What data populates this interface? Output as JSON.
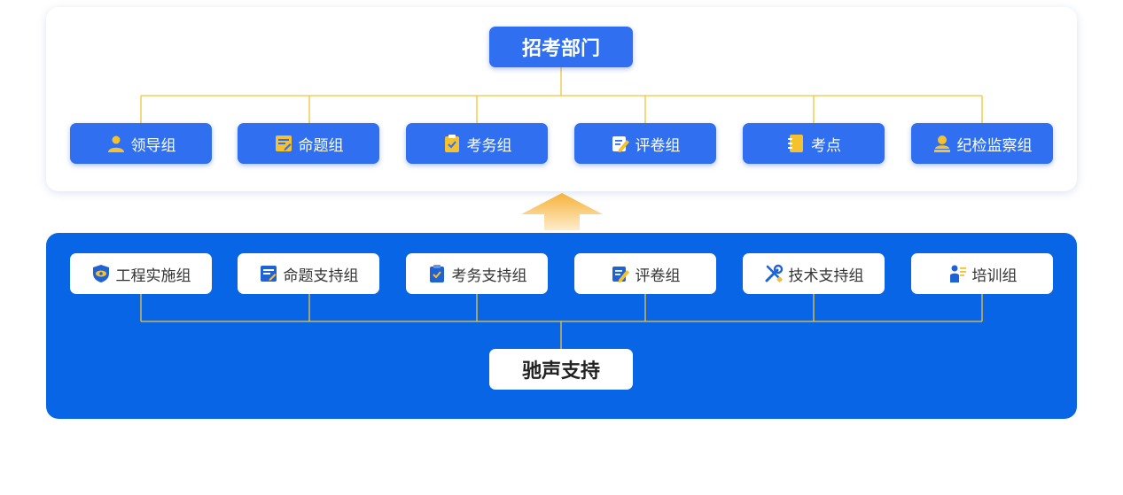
{
  "top": {
    "title": "招考部门",
    "items": [
      {
        "label": "领导组",
        "icon": "user-icon"
      },
      {
        "label": "命题组",
        "icon": "note-edit-icon"
      },
      {
        "label": "考务组",
        "icon": "clipboard-check-icon"
      },
      {
        "label": "评卷组",
        "icon": "pen-paper-icon"
      },
      {
        "label": "考点",
        "icon": "notebook-icon"
      },
      {
        "label": "纪检监察组",
        "icon": "supervisor-icon"
      }
    ]
  },
  "bottom": {
    "title": "驰声支持",
    "items": [
      {
        "label": "工程实施组",
        "icon": "shield-eye-icon"
      },
      {
        "label": "命题支持组",
        "icon": "note-edit-icon"
      },
      {
        "label": "考务支持组",
        "icon": "clipboard-check-icon"
      },
      {
        "label": "评卷组",
        "icon": "pen-paper-icon"
      },
      {
        "label": "技术支持组",
        "icon": "tools-icon"
      },
      {
        "label": "培训组",
        "icon": "trainer-icon"
      }
    ]
  },
  "colors": {
    "top_node": "#2f6ff0",
    "bottom_panel": "#0866e6",
    "connector": "#f2c33a",
    "icon_yellow": "#f5c12e",
    "icon_blue": "#1f62d6"
  }
}
